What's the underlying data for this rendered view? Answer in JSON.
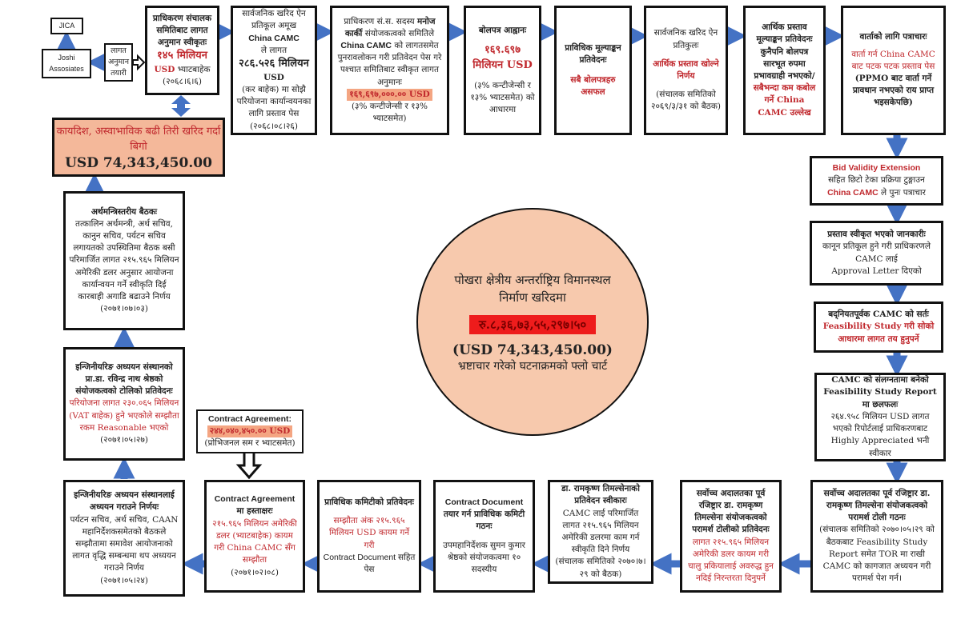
{
  "colors": {
    "arrow": "#4472C4",
    "red": "#c0282d",
    "salmon": "#f7c9ad"
  },
  "top": {
    "jica": "JICA",
    "joshi": "Joshi Assosiates",
    "estimate_prep": "लागत अनुमान तयारी",
    "b1": {
      "l1": "प्राधिकरण संचालक समितिबाट लागत अनुमान स्वीकृतः",
      "l2": "१४५ मिलियन",
      "l3": "USD",
      "l4": "भ्याटबाहेक",
      "l5": "(२०६८।६।६)"
    },
    "b2": {
      "l1": "सार्वजनिक खरिद ऐन प्रतिकूल अमूख",
      "l2": "China CAMC",
      "l3": "ले लागत",
      "l4": "२८६.५२६ मिलियन",
      "l5": "USD",
      "l6": "(कर बाहेक) मा सोझै परियोजना कार्यान्वयनका लागि प्रस्ताव पेस",
      "l7": "(२०६८।०८।२६)"
    },
    "b3": {
      "l1": "प्राधिकरण सं.स. सदस्य",
      "l2": "मनोज कार्की",
      "l3": "संयोजकत्वको समितिले",
      "l4": "China CAMC",
      "l5": "को लागतसमेत पुनरावलोकन गरी प्रतिवेदन पेस गरे पश्चात समितिबाट स्वीकृत लागत अनुमानः",
      "l6": "१६९,६९७,०००.०० USD",
      "l7": "(३% कन्टीजेन्सी र १३% भ्याटसमेत)"
    },
    "b4": {
      "l1": "बोलपत्र आह्वानः",
      "l2": "१६९.६९७ मिलियन USD",
      "l3": "(३% कन्टीजेन्सी र १३% भ्याटसमेत) को आधारमा"
    },
    "b5": {
      "l1": "प्राविधिक मूल्याङ्कन प्रतिवेदनः",
      "l2": "सबै बोलपत्रहरु असफल"
    },
    "b6": {
      "l1": "सार्वजनिक खरिद ऐन प्रतिकुलः",
      "l2": "आर्थिक प्रस्ताव खोल्ने निर्णय",
      "l3": "(संचालक समितिको २०६९/३/३१ को बैठक)"
    },
    "b7": {
      "l1": "आर्थिक प्रस्ताव मूल्याङ्कन प्रतिवेदनः",
      "l2": "कुनैपनि बोलपत्र सारभूत रुपमा प्रभावग्राही नभएको/",
      "l3": "सबैभन्दा कम कबोल गर्ने China CAMC उल्लेख"
    },
    "b8": {
      "l1": "वार्ताको लागि पत्राचारः",
      "l2": "वार्ता गर्न China CAMC बाट पटक पटक प्रस्ताव पेस",
      "l3": "(PPMO बाट वार्ता गर्ने प्रावधान नभएको राय प्राप्त भइसकेपछि)"
    }
  },
  "right": {
    "r1": {
      "l1": "Bid Validity Extension",
      "l2": "सहित छिटो टेका प्रक्रिया टुङ्गाउन",
      "l3": "China CAMC",
      "l4": "ले पुनः पत्राचार"
    },
    "r2": {
      "l1": "प्रस्ताव स्वीकृत भएको जानकारीः",
      "l2": "कानून प्रतिकूल हुने गरी प्राधिकरणले CAMC लाई",
      "l3": "Approval Letter दिएको"
    },
    "r3": {
      "l1": "बद्नियतपूर्वक CAMC को सर्तः",
      "l2": "Feasibility Study गरी सोको आधारमा लागत तय हुनुपर्ने"
    },
    "r4": {
      "l1": "CAMC को संलग्नतामा बनेको Feasibility Study Report मा छलफलः",
      "l2": "२६४.९५८ मिलियन USD लागत भएको रिपोर्टलाई प्राधिकरणबाट Highly Appreciated भनी स्वीकार"
    },
    "r5": {
      "l1": "सर्वोच्च अदालतका पूर्व रजिष्ट्रार डा. रामकृष्ण तिमल्सेना संयोजकत्वको परामर्श टोली गठनः",
      "l2": "(संचालक समितिको २०७०।०५।२९ को बैठकबाट Feasibility Study Report समेत TOR मा राखी CAMC को कागजात अध्ययन गरी परामर्श पेश गर्न।"
    }
  },
  "bottom": {
    "c1": {
      "l1": "सर्वोच्च अदालतका पूर्व रजिष्ट्रार डा. रामकृष्ण तिमल्सेना संयोजकत्वको परामर्श टोलीको प्रतिवेदनः",
      "l2": "लागत २१५.९६५ मिलियन अमेरिकी डलर कायम गरी चालु प्रकियालाई अवरुद्ध हुन नदिई निरन्तरता दिनुपर्ने"
    },
    "c2": {
      "l1": "डा. रामकृष्ण तिमल्सेनाको प्रतिवेदन स्वीकारः",
      "l2": "CAMC लाई परिमार्जित लागत २१५.९६५ मिलियन अमेरिकी डलरमा काम गर्न स्वीकृति दिने निर्णय",
      "l3": "(संचालक समितिको २०७०।७।२९ को बैठक)"
    },
    "c3": {
      "l1": "Contract Document",
      "l2": "तयार गर्न प्राविधिक कमिटी गठनः",
      "l3": "उपमहानिर्देशक सुमन कुमार श्रेष्ठको संयोजकत्वमा १० सदस्यीय"
    },
    "c4": {
      "l1": "प्राविधिक कमिटीको प्रतिवेदनः",
      "l2": "सम्झौता अंक २१५.९६५ मिलियन USD कायम गर्ने गरी",
      "l3": "Contract Document सहित पेस"
    },
    "c5": {
      "l1": "Contract Agreement",
      "l2": "मा हस्ताक्षरः",
      "l3": "२१५.९६५ मिलियन अमेरिकी डलर (भ्याटबाहेक) कायम गरी China CAMC सँग सम्झौता",
      "l4": "(२०७१।०२।०८)"
    },
    "c6": {
      "l1": "इन्जिनीयरिङ अध्ययन संस्थानलाई अध्ययन गराउने निर्णयः",
      "l2": "पर्यटन सचिव, अर्थ सचिव, CAAN महानिर्देशकसमेतको बैठकले सम्झौतामा समावेश आयोजनाको लागत वृद्धि सम्बन्धमा थप अध्ययन गराउने निर्णय",
      "l3": "(२०७१।०५।२४)"
    }
  },
  "left": {
    "contract_amount": {
      "l1": "Contract Agreement:",
      "l2": "२४४,०४०,४५०.०० USD",
      "l3": "(प्रोभिजनल सम र भ्याटसमेत)"
    },
    "ioe": {
      "l1": "इन्जिनीयरिङ अध्ययन संस्थानको प्रा.डा. रविन्द्र नाथ श्रेष्ठको संयोजकत्वको टोलिको प्रतिवेदनः",
      "l2": "परियोजना लागत २३०.०६५ मिलियन (VAT बाहेक) हुने भएकोले सम्झौता रकम Reasonable भएको",
      "l3": "(२०७१।०५।२७)"
    },
    "minister": {
      "l1": "अर्थमन्त्रिस्तरीय बैठकः",
      "l2": "तत्कालिन अर्थमन्त्री, अर्थ सचिव, कानुन सचिव, पर्यटन सचिव लगायतको उपस्थितिमा बैठक बसी परिमार्जित लागत २१५.९६५ मिलियन अमेरिकी डलर अनुसार आयोजना कार्यान्वयन गर्ने स्वीकृति दिई कारबाही अगाडि बढाउने निर्णय",
      "l3": "(२०७१।०७।०३)"
    },
    "loss": {
      "l1": "कायदिश, अस्वाभाविक बढी तिरी खरिद गर्दा बिगो",
      "l2": "USD 74,343,450.00"
    }
  },
  "center": {
    "l1": "पोखरा क्षेत्रीय अन्तर्राष्ट्रिय विमानस्थल निर्माण खरिदमा",
    "amount": "रु.८,३६,७३,५५,२९७।५०",
    "usd": "(USD 74,343,450.00)",
    "l3": "भ्रष्टाचार गरेको घटनाक्रमको फ्लो चार्ट"
  }
}
